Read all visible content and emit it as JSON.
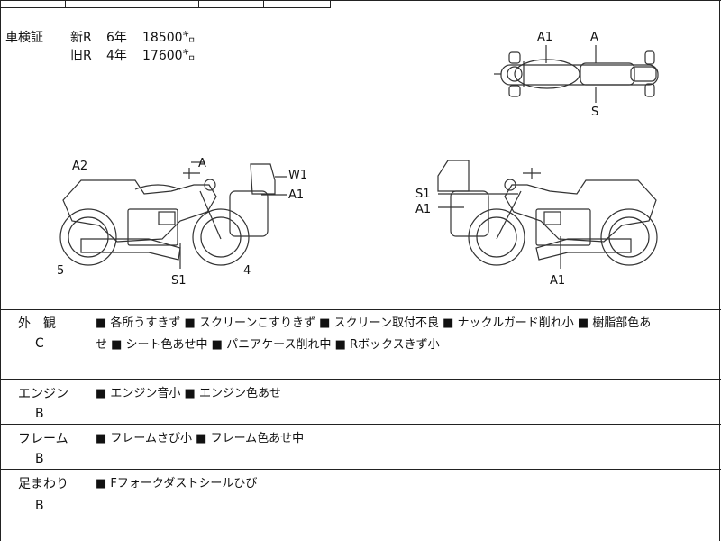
{
  "inspection": {
    "label": "車検証",
    "new_prefix": "新R",
    "new_years": "6年",
    "new_km": "18500㌔",
    "old_prefix": "旧R",
    "old_years": "4年",
    "old_km": "17600㌔"
  },
  "damage_marks": {
    "top": {
      "a1": "A1",
      "a": "A",
      "s": "S"
    },
    "left": {
      "a2": "A2",
      "a": "A",
      "w1": "W1",
      "a1": "A1",
      "s1": "S1",
      "num5": "5",
      "num4": "4"
    },
    "right": {
      "s1": "S1",
      "a1_upper": "A1",
      "a1_lower": "A1"
    }
  },
  "sections": [
    {
      "title": "外　観",
      "grade": "C",
      "items": [
        "各所うすきず",
        "スクリーンこすりきず",
        "スクリーン取付不良",
        "ナックルガード削れ小",
        "樹脂部色あせ",
        "シート色あせ中",
        "パニアケース削れ中",
        "Rボックスきず小"
      ],
      "line1": "■ 各所うすきず ■ スクリーンこすりきず ■ スクリーン取付不良 ■ ナックルガード削れ小 ■ 樹脂部色あ",
      "line2": "せ ■ シート色あせ中 ■ パニアケース削れ中 ■ Rボックスきず小"
    },
    {
      "title": "エンジン",
      "grade": "B",
      "line1": "■ エンジン音小 ■ エンジン色あせ"
    },
    {
      "title": "フレーム",
      "grade": "B",
      "line1": "■ フレームさび小 ■ フレーム色あせ中"
    },
    {
      "title": "足まわり",
      "grade": "B",
      "line1": "■ Fフォークダストシールひび"
    }
  ]
}
